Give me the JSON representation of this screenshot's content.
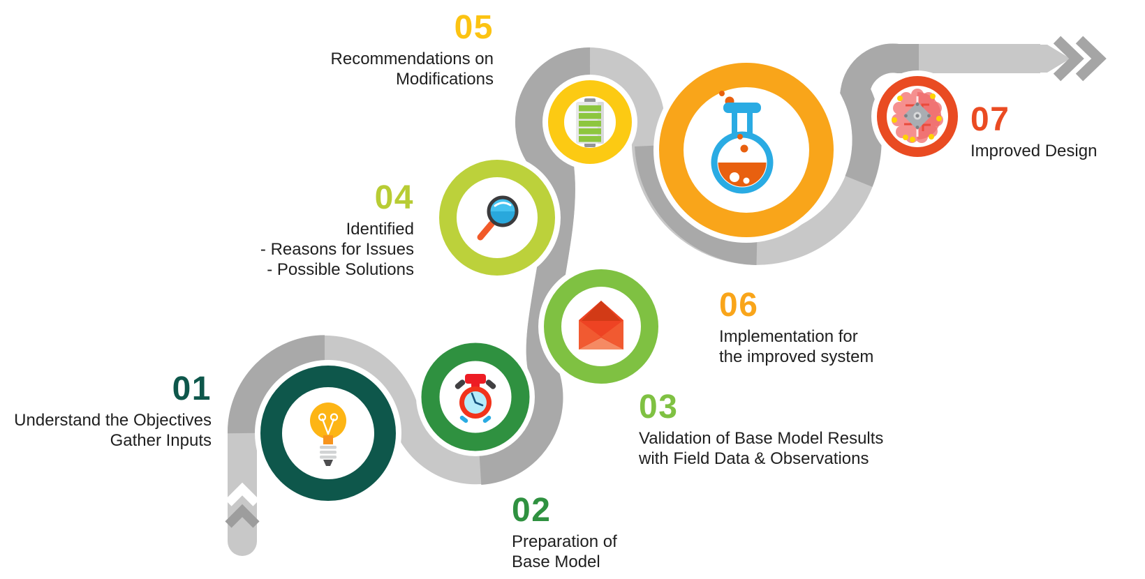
{
  "title": "7-step process infographic",
  "ribbon": {
    "light_color": "#c8c8c8",
    "dark_color": "#a9a9a9",
    "start_chevron_colors": [
      "#ffffff",
      "#9d9d9d"
    ],
    "end_chevron_color": "#a5a5a5"
  },
  "steps": [
    {
      "number": "01",
      "color": "#0e574b",
      "icon": "lightbulb-icon",
      "lines": [
        "Understand the Objectives",
        "Gather Inputs"
      ]
    },
    {
      "number": "02",
      "color": "#2f9140",
      "icon": "alarm-clock-icon",
      "lines": [
        "Preparation of",
        "Base Model"
      ]
    },
    {
      "number": "03",
      "color": "#7fc142",
      "icon": "open-envelope-icon",
      "lines": [
        "Validation of Base Model Results",
        "with Field Data & Observations"
      ]
    },
    {
      "number": "04",
      "color": "#b8cc34",
      "icon": "magnifier-icon",
      "lines": [
        "Identified",
        "- Reasons for Issues",
        "- Possible Solutions"
      ]
    },
    {
      "number": "05",
      "color": "#fcc312",
      "icon": "battery-icon",
      "lines": [
        "Recommendations on",
        "Modifications"
      ]
    },
    {
      "number": "06",
      "color": "#f9a51a",
      "icon": "flask-icon",
      "lines": [
        "Implementation for",
        "the improved system"
      ]
    },
    {
      "number": "07",
      "color": "#ea4b22",
      "icon": "brain-circuit-icon",
      "lines": [
        "Improved Design"
      ]
    }
  ],
  "icon_colors": {
    "lightbulb": "#fdb515",
    "alarm_clock_body": "#f1331b",
    "alarm_face": "#b5ecfa",
    "envelope": "#ee4323",
    "magnifier_lens": "#45c2f0",
    "magnifier_handle": "#f15a29",
    "battery_bars": "#8dc63f",
    "flask_glass": "#2aabe3",
    "flask_liquid": "#e8600f",
    "brain_pink": "#f5908f",
    "brain_chip": "#a9adb2",
    "brain_dots": "#ffd205"
  }
}
